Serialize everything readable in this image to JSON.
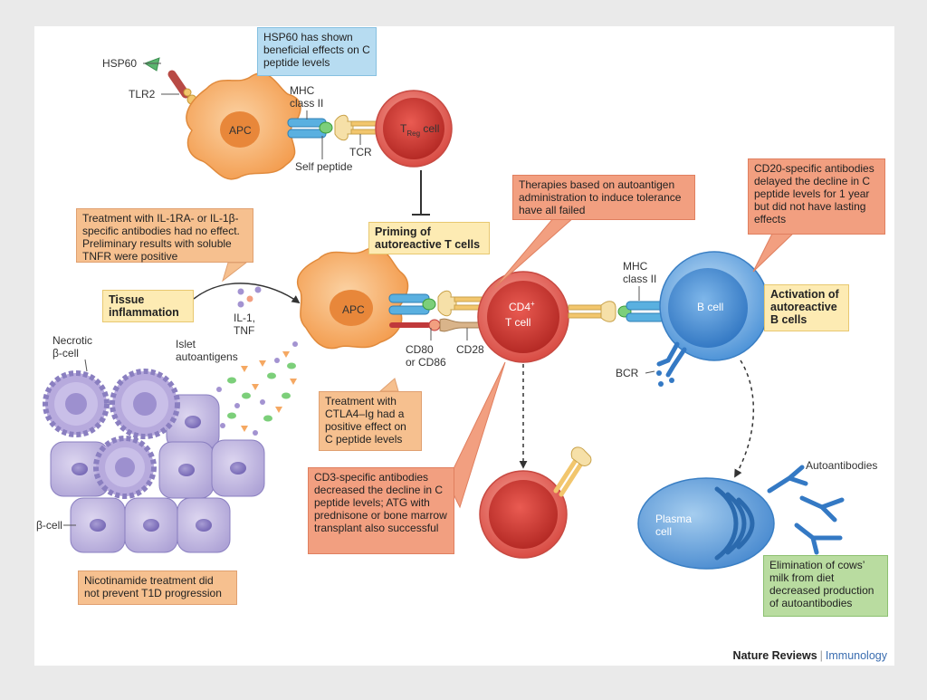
{
  "labels": {
    "hsp60": "HSP60",
    "tlr2": "TLR2",
    "apc_top": "APC",
    "mhc_top_1": "MHC",
    "mhc_top_2": "class II",
    "self_peptide": "Self peptide",
    "tcr": "TCR",
    "treg_t": "T",
    "treg_sub": "Reg",
    "treg_rest": " cell",
    "apc_mid": "APC",
    "il1_1": "IL-1,",
    "il1_2": "TNF",
    "islet_1": "Islet",
    "islet_2": "autoantigens",
    "cd80_1": "CD80",
    "cd80_2": "or CD86",
    "cd28": "CD28",
    "cd4_main": "CD4",
    "cd4_sup": "+",
    "cd4_line2": "T cell",
    "mhc_right_1": "MHC",
    "mhc_right_2": "class II",
    "bcell": "B cell",
    "bcr": "BCR",
    "plasma_1": "Plasma",
    "plasma_2": "cell",
    "autoantibodies": "Autoantibodies",
    "necrotic_1": "Necrotic",
    "necrotic_2": "β-cell",
    "beta_cell": "β-cell"
  },
  "boxes": {
    "hsp60_note": "HSP60 has shown beneficial effects on C peptide levels",
    "il1_note": "Treatment with IL-1RA- or IL-1β-specific antibodies had no effect. Preliminary results with soluble TNFR were positive",
    "tissue_inflammation": "Tissue inflammation",
    "priming": "Priming of autoreactive T cells",
    "autoantigen_note": "Therapies based on autoantigen administration to induce tolerance have all failed",
    "cd20_note": "CD20-specific antibodies delayed the decline in C peptide levels for 1 year but did not have lasting effects",
    "activation_b": "Activation of autoreactive B cells",
    "ctla4_note": "Treatment with CTLA4–Ig had a positive effect on C peptide levels",
    "cd3_note": "CD3-specific antibodies decreased the decline in C peptide levels; ATG with prednisone or bone marrow transplant also successful",
    "nicotinamide_note": "Nicotinamide treatment did not prevent T1D progression",
    "milk_note": "Elimination of cows’ milk from diet decreased production of autoantibodies"
  },
  "footer": {
    "publisher": "Nature Reviews",
    "separator": "|",
    "journal": "Immunology"
  },
  "colors": {
    "apc": "#f5a862",
    "tcell": "#d9534f",
    "bcell": "#4a90d9",
    "mhc": "#5ab0e0",
    "tcr": "#f2c66d",
    "beta_cell": "#c9c0e3"
  }
}
